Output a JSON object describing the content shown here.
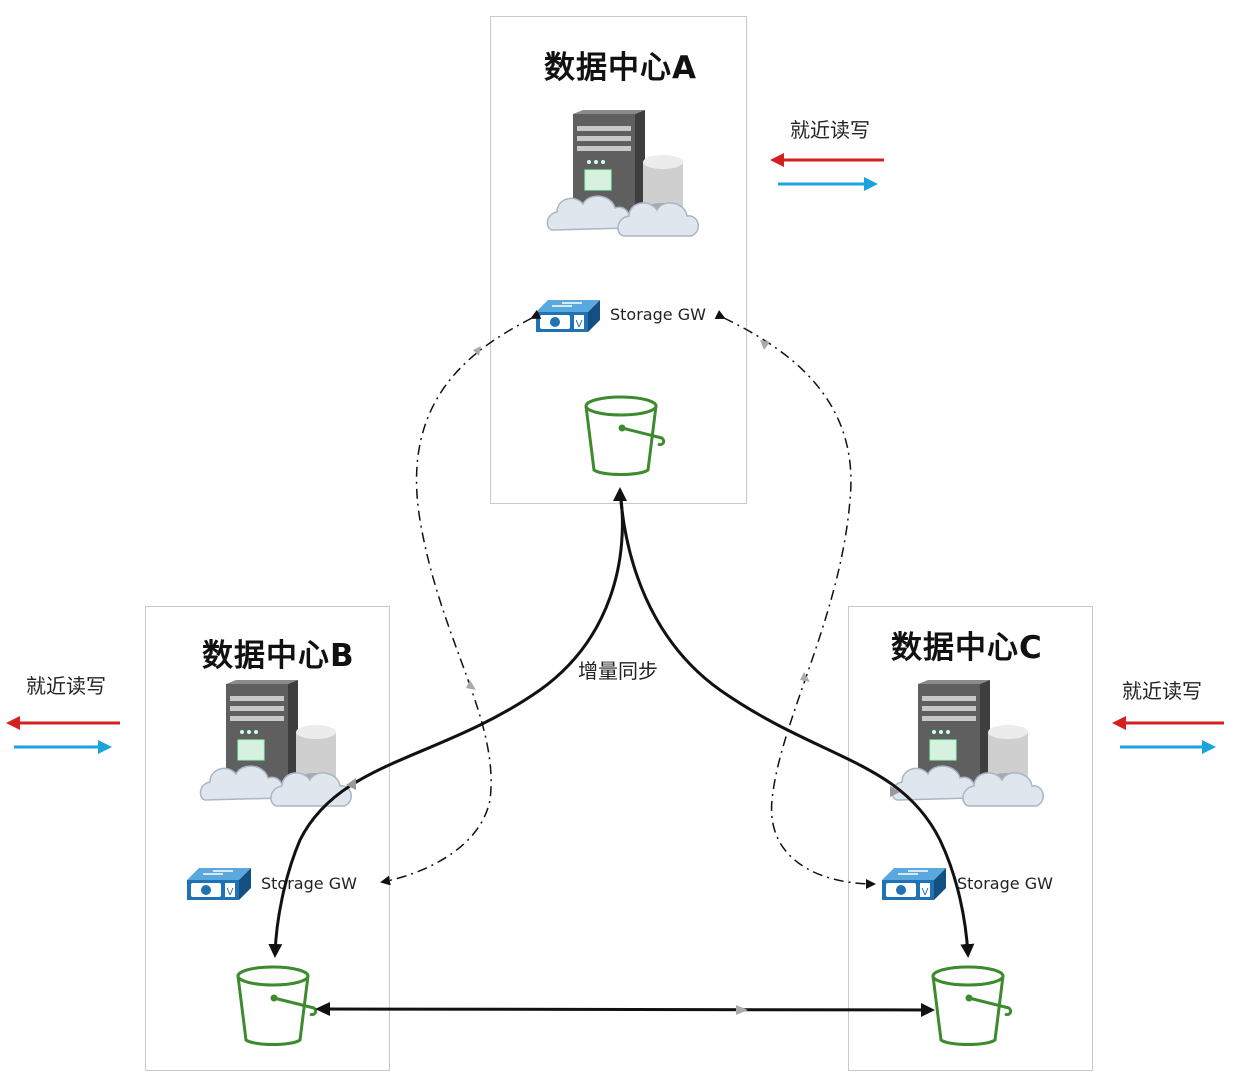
{
  "datacenters": {
    "a": {
      "title": "数据中心A",
      "gateway_label": "Storage GW"
    },
    "b": {
      "title": "数据中心B",
      "gateway_label": "Storage GW"
    },
    "c": {
      "title": "数据中心C",
      "gateway_label": "Storage GW"
    }
  },
  "access_labels": {
    "a": "就近读写",
    "b": "就近读写",
    "c": "就近读写"
  },
  "sync_label": "增量同步",
  "icons": {
    "server": "server-cloud-icon",
    "gateway": "storage-gateway-icon",
    "bucket": "bucket-icon"
  },
  "colors": {
    "read_arrow": "#d42020",
    "write_arrow": "#1aa3dd",
    "sync_line": "#111111",
    "bucket": "#3d8b2e",
    "gateway": "#1f73b4",
    "box_border": "#c9c9c9"
  }
}
